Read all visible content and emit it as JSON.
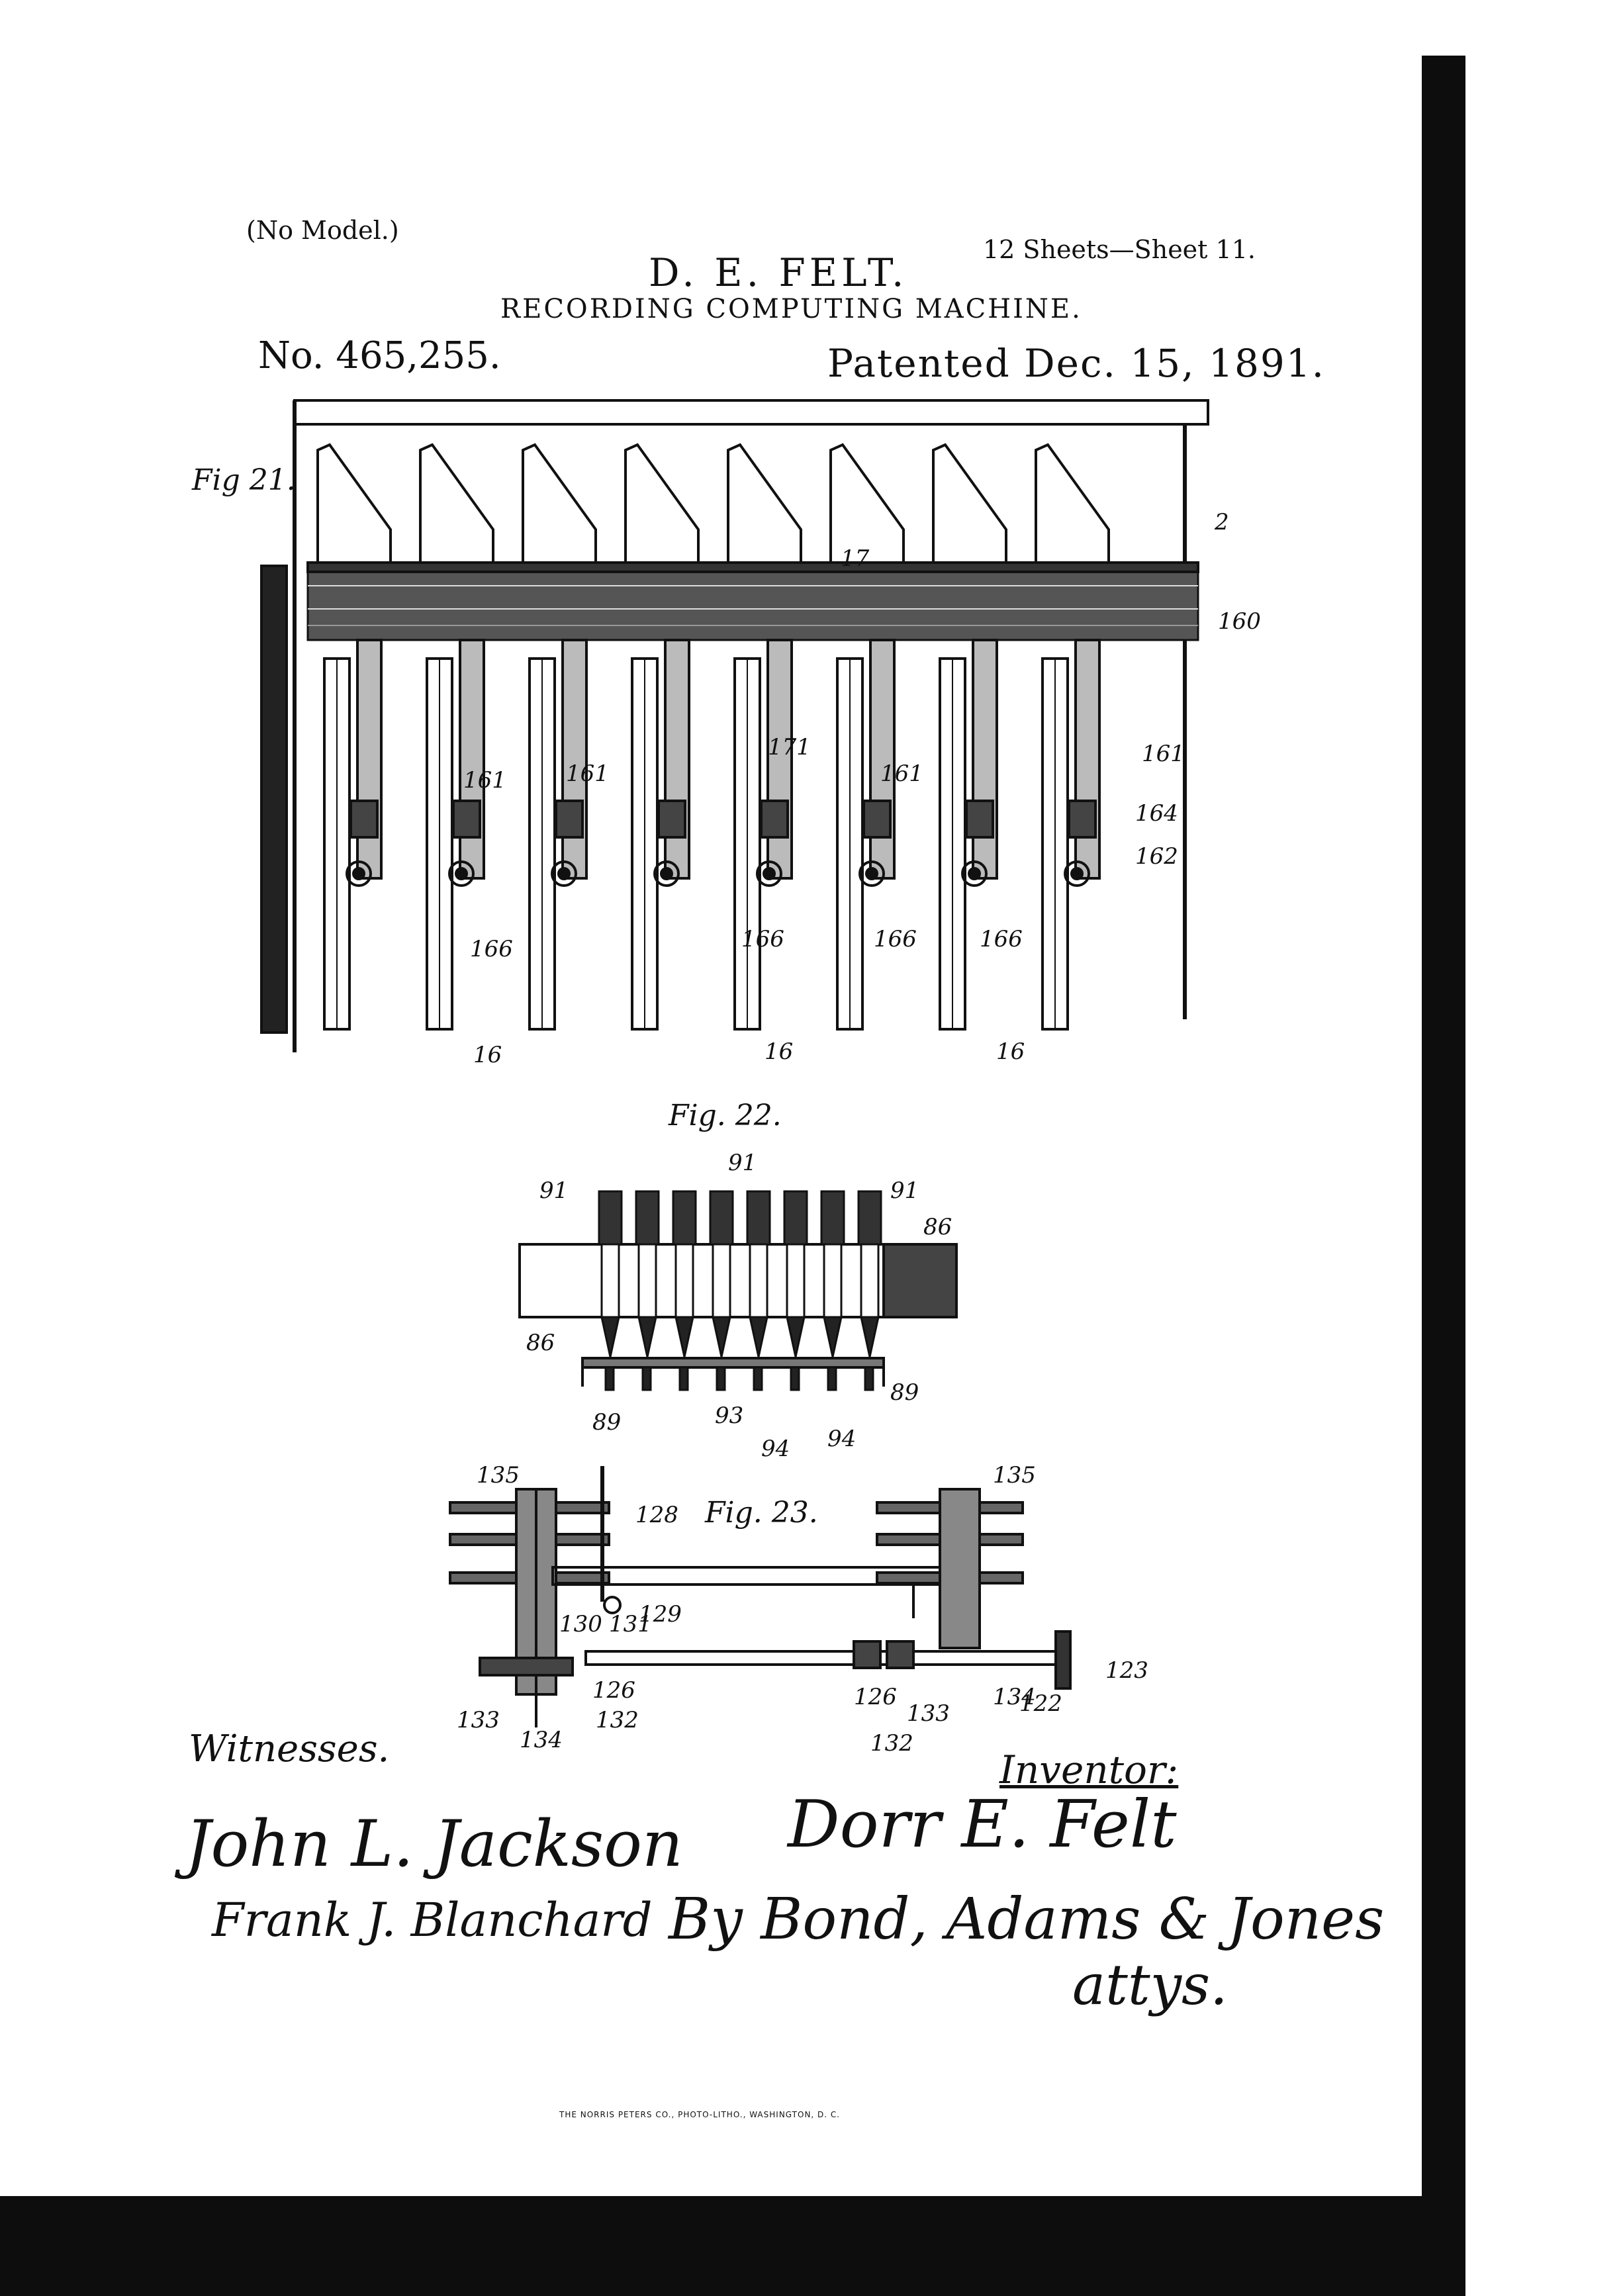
{
  "header": {
    "no_model": "(No Model.)",
    "sheets": "12 Sheets—Sheet 11.",
    "inventor_name": "D. E. FELT.",
    "title": "RECORDING COMPUTING MACHINE.",
    "patent_no": "No. 465,255.",
    "patented": "Patented Dec. 15, 1891."
  },
  "figures": {
    "fig21": {
      "label": "Fig 21.",
      "refs": {
        "r2": "2",
        "r17": "17",
        "r160": "160",
        "r161a": "161",
        "r161b": "161",
        "r161c": "161",
        "r161d": "161",
        "r164": "164",
        "r162": "162",
        "r171": "171",
        "r166a": "166",
        "r166b": "166",
        "r166c": "166",
        "r166d": "166",
        "r16a": "16",
        "r16b": "16",
        "r16c": "16"
      }
    },
    "fig22": {
      "label": "Fig. 22.",
      "refs": {
        "r91a": "91",
        "r91b": "91",
        "r91c": "91",
        "r86a": "86",
        "r86b": "86",
        "r89a": "89",
        "r89b": "89",
        "r93": "93",
        "r94a": "94",
        "r94b": "94"
      }
    },
    "fig23": {
      "label": "Fig. 23.",
      "refs": {
        "r135a": "135",
        "r135b": "135",
        "r128": "128",
        "r129": "129",
        "r130": "130",
        "r131": "131",
        "r126a": "126",
        "r126b": "126",
        "r133a": "133",
        "r133b": "133",
        "r132a": "132",
        "r132b": "132",
        "r134a": "134",
        "r134b": "134",
        "r123": "123",
        "r122": "122"
      }
    }
  },
  "signatures": {
    "witnesses_label": "Witnesses.",
    "witness1": "John L. Jackson",
    "witness2": "Frank J. Blanchard",
    "inventor_label": "Inventor:",
    "inventor": "Dorr E. Felt",
    "attorneys": "By Bond, Adams & Jones",
    "attys": "attys."
  },
  "footer": "THE NORRIS PETERS CO., PHOTO-LITHO., WASHINGTON, D. C."
}
